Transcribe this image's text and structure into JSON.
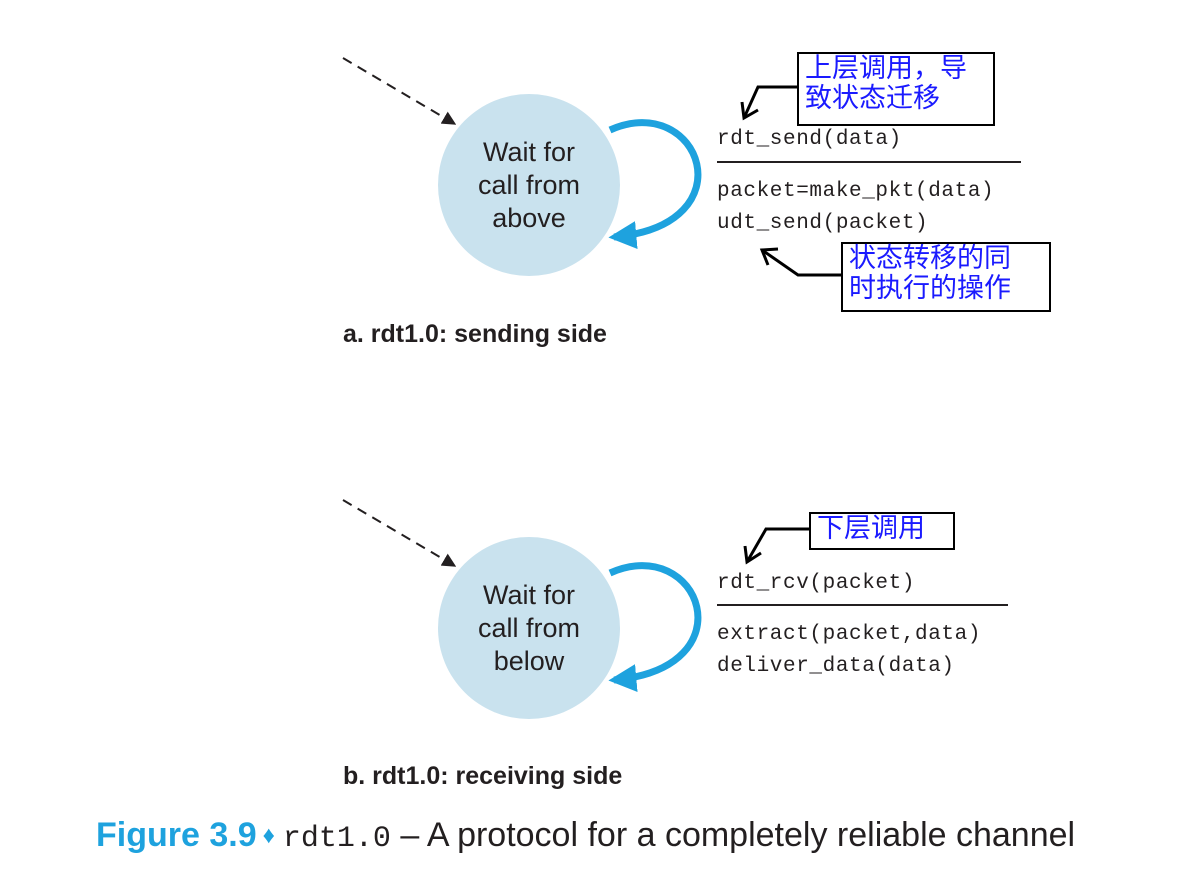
{
  "diagram_a": {
    "state_lines": [
      "Wait for",
      "call from",
      "above"
    ],
    "event": "rdt_send(data)",
    "actions": [
      "packet=make_pkt(data)",
      "udt_send(packet)"
    ],
    "caption": "a.  rdt1.0: sending side",
    "note_event": [
      "上层调用，导",
      "致状态迁移"
    ],
    "note_action": [
      "状态转移的同",
      "时执行的操作"
    ]
  },
  "diagram_b": {
    "state_lines": [
      "Wait for",
      "call from",
      "below"
    ],
    "event": "rdt_rcv(packet)",
    "actions": [
      "extract(packet,data)",
      "deliver_data(data)"
    ],
    "caption": "b.  rdt1.0: receiving side",
    "note_event": [
      "下层调用"
    ]
  },
  "figure": {
    "number": "Figure 3.9",
    "separator": "♦",
    "code": "rdt1.0",
    "text": " – A protocol for a completely reliable channel"
  },
  "colors": {
    "state_fill": "#c9e2ee",
    "self_loop": "#1ea2de",
    "note_text": "#1a1aff",
    "figure_accent": "#1ea2de"
  }
}
